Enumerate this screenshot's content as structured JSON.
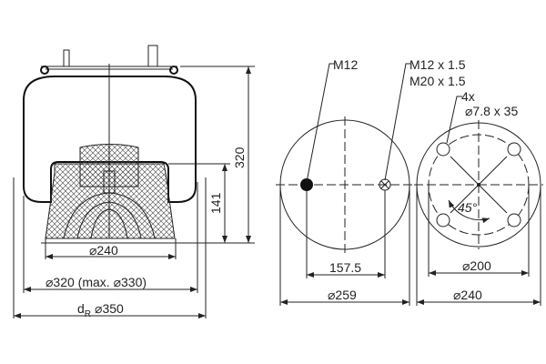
{
  "side_view": {
    "height_total": "320",
    "height_piston": "141",
    "dim_piston": "⌀240",
    "dim_bellows": "⌀320 (max. ⌀330)",
    "dim_roll_prefix": "d",
    "dim_roll_sub": "R",
    "dim_roll": "⌀350"
  },
  "top_view": {
    "label_m12": "M12",
    "label_air1": "M12 x 1.5",
    "label_air2": "M20 x 1.5",
    "dim_spacing": "157.5",
    "dim_diameter": "⌀259"
  },
  "bottom_view": {
    "label_count": "4x",
    "label_hole": "⌀7.8 x 35",
    "angle": "45°",
    "dim_bolt_circle": "⌀200",
    "dim_diameter": "⌀240"
  }
}
